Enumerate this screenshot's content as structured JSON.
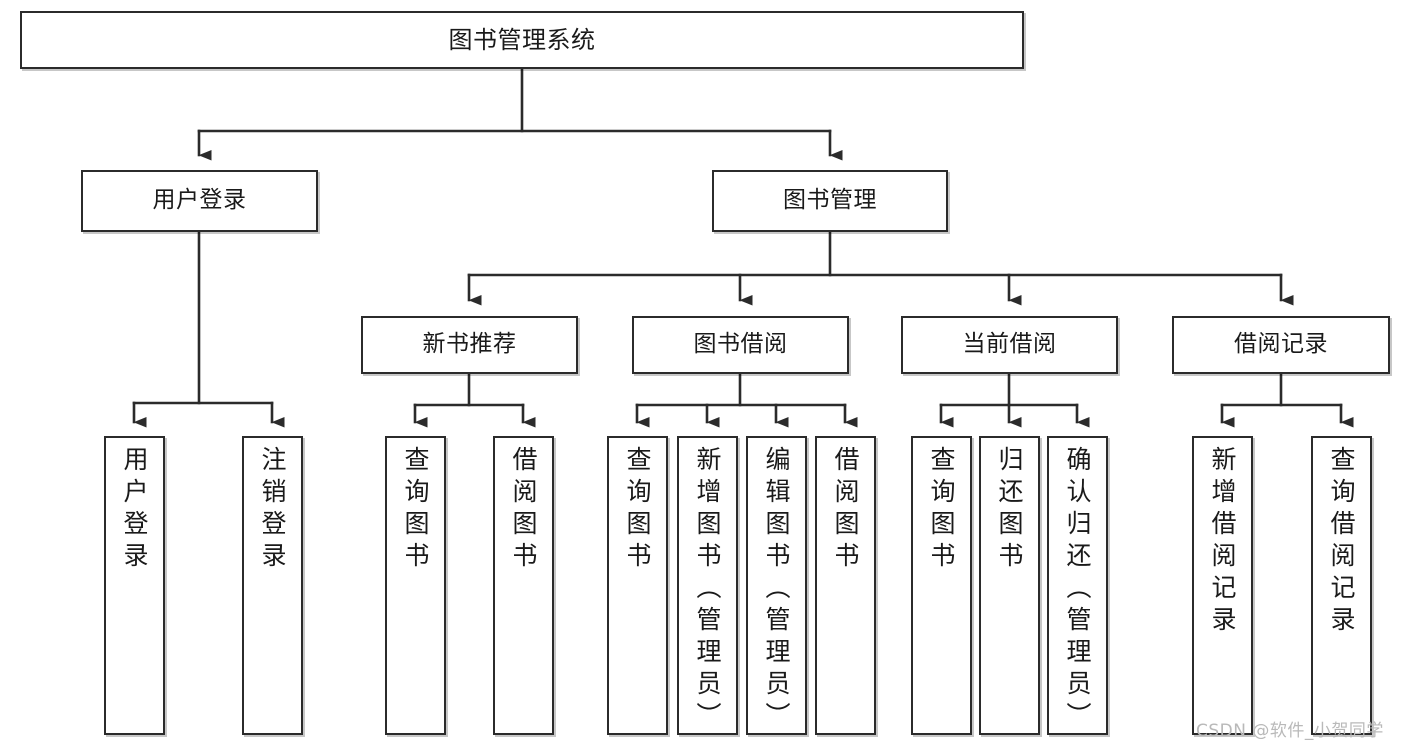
{
  "diagram": {
    "title": "图书管理系统",
    "type": "tree-hierarchy-chart",
    "line_color": "#2b2b2b",
    "box_fill": "#ffffff",
    "text_color": "#1a1a1a",
    "levels": {
      "root": {
        "label": "图书管理系统"
      },
      "level2": [
        {
          "label": "用户登录"
        },
        {
          "label": "图书管理"
        }
      ],
      "level3": [
        {
          "label": "新书推荐"
        },
        {
          "label": "图书借阅"
        },
        {
          "label": "当前借阅"
        },
        {
          "label": "借阅记录"
        }
      ],
      "level4": [
        {
          "label": "用户登录",
          "parent": "用户登录"
        },
        {
          "label": "注销登录",
          "parent": "用户登录"
        },
        {
          "label": "查询图书",
          "parent": "新书推荐"
        },
        {
          "label": "借阅图书",
          "parent": "新书推荐"
        },
        {
          "label": "查询图书",
          "parent": "图书借阅"
        },
        {
          "label": "新增图书（管理员）",
          "parent": "图书借阅"
        },
        {
          "label": "编辑图书（管理员）",
          "parent": "图书借阅"
        },
        {
          "label": "借阅图书",
          "parent": "图书借阅"
        },
        {
          "label": "查询图书",
          "parent": "当前借阅"
        },
        {
          "label": "归还图书",
          "parent": "当前借阅"
        },
        {
          "label": "确认归还（管理员）",
          "parent": "当前借阅"
        },
        {
          "label": "新增借阅记录",
          "parent": "借阅记录"
        },
        {
          "label": "查询借阅记录",
          "parent": "借阅记录"
        }
      ]
    }
  },
  "watermark": {
    "text": "CSDN @软件_小贺同学",
    "color": "#b9b9b9"
  }
}
